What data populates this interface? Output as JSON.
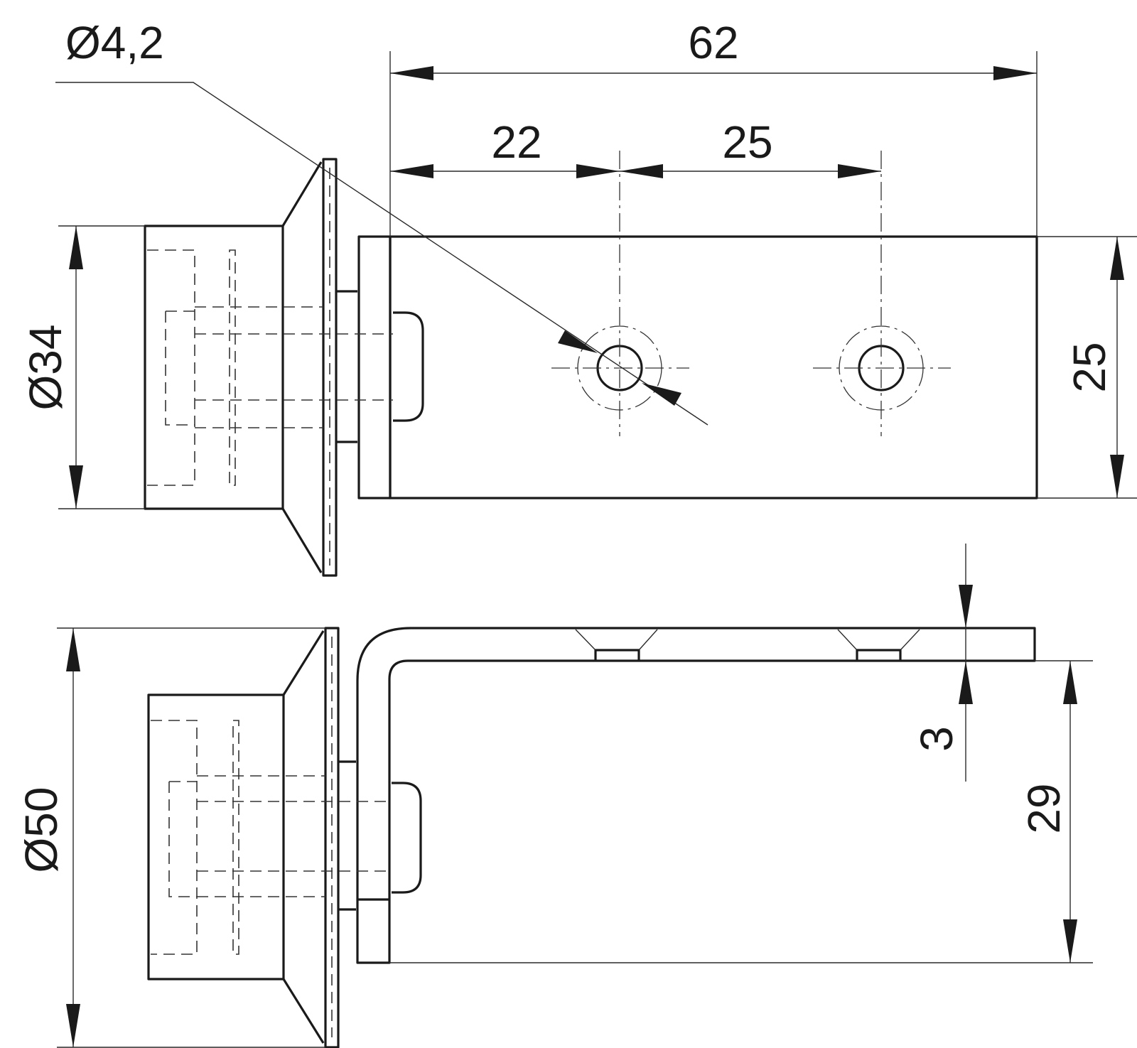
{
  "drawing": {
    "dimensions": {
      "hole_diameter": "Ø4,2",
      "overall_length": "62",
      "first_hole_offset": "22",
      "hole_spacing": "25",
      "bracket_width": "25",
      "small_flange_diameter": "Ø34",
      "large_flange_diameter": "Ø50",
      "sheet_thickness": "3",
      "bracket_height": "29"
    },
    "colors": {
      "line": "#1a1a1a",
      "background": "#ffffff"
    }
  }
}
